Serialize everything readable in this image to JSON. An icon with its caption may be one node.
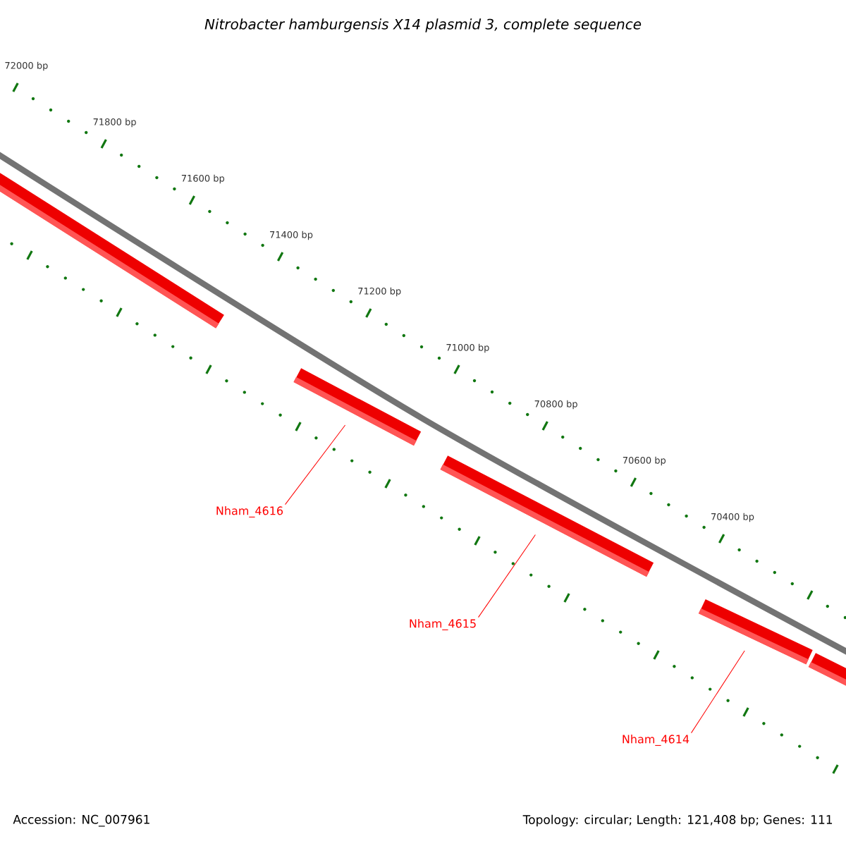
{
  "diagram": {
    "title": "Nitrobacter hamburgensis X14 plasmid 3, complete sequence",
    "nodes": [
      {
        "text": [],
        "shape": "bar"
      },
      {
        "text": [],
        "shape": "bar"
      },
      {
        "text": [
          "Nham_4616"
        ]
      },
      {
        "text": [],
        "shape": "bar"
      },
      {
        "text": [
          "Nham_4615"
        ]
      },
      {
        "text": [],
        "shape": "bar"
      },
      {
        "text": [
          "Nham_4614"
        ]
      },
      {
        "text": [],
        "shape": "bar"
      }
    ],
    "edges": [
      {
        "from": 2,
        "to": 1,
        "arrow": "none"
      },
      {
        "from": 4,
        "to": 3,
        "arrow": "none"
      },
      {
        "from": 6,
        "to": 5,
        "arrow": "none"
      }
    ],
    "labels": [
      "72000 bp",
      "71800 bp",
      "71600 bp",
      "71400 bp",
      "71200 bp",
      "71000 bp",
      "70800 bp",
      "70600 bp",
      "70400 bp",
      "Accession: NC_007961",
      "Topology: circular; Length: 121,408 bp; Genes: 111"
    ]
  }
}
